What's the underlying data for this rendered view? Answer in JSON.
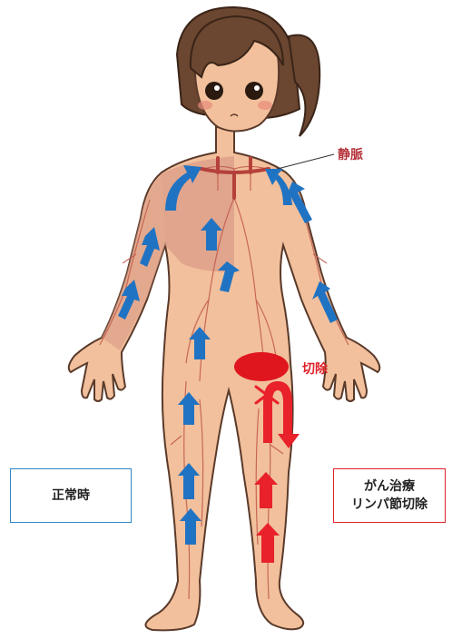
{
  "labels": {
    "vein": "静脈",
    "excision": "切除",
    "normal": "正常時",
    "treated_line1": "がん治療",
    "treated_line2": "リンパ節切除"
  },
  "colors": {
    "skin": "#f2c09c",
    "skin_outline": "#5a3a2a",
    "hair": "#6b4630",
    "vein": "#c0584a",
    "arrow_normal": "#1f73c2",
    "arrow_treated": "#e8212a",
    "label_red": "#b5333a",
    "box_blue": "#2f86c8",
    "box_red": "#e02128"
  },
  "icons": {
    "normal_arrow": "arrow-up-blue-icon",
    "blocked_arrow": "arrow-up-red-icon",
    "blocked_mark": "x-mark-icon",
    "excised_node": "red-ellipse-icon"
  }
}
